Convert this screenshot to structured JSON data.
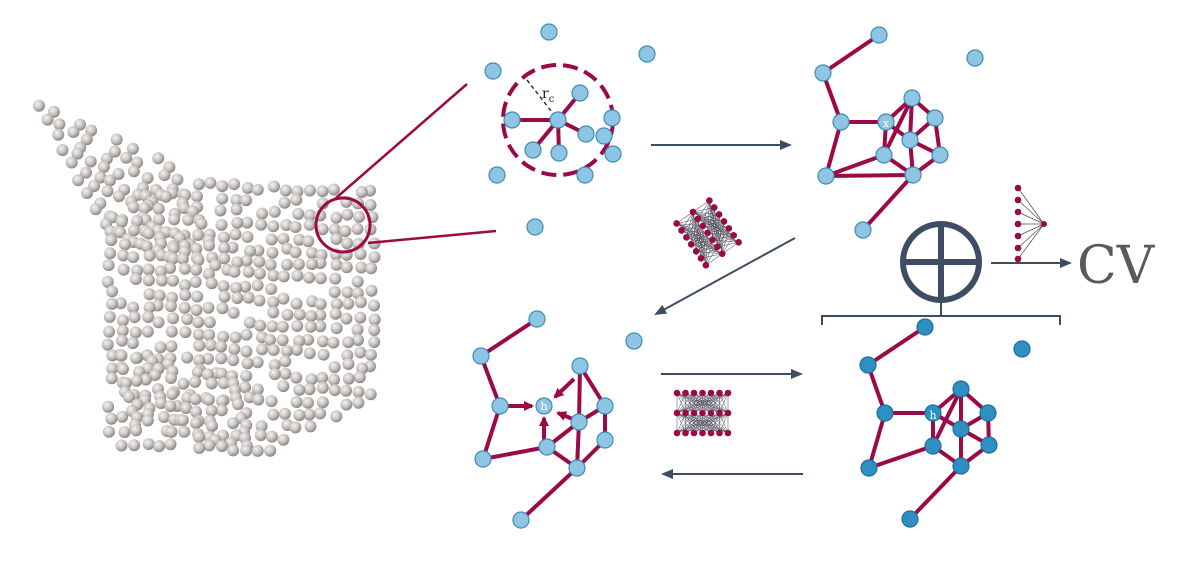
{
  "labels": {
    "cutoff_radius": "r",
    "cutoff_radius_sub": "c",
    "center_node_symbol": "x",
    "aggregate_node_symbol": "h",
    "hidden_node_symbol": "h",
    "output": "CV"
  },
  "colors": {
    "edge": "#9b0a45",
    "node_light_fill": "#8ec5e3",
    "node_light_stroke": "#3f8ab8",
    "node_dark_fill": "#2f8fc3",
    "arrow": "#3d4d63",
    "atom": "#c9c5c3",
    "atom_shade": "#8d8886"
  },
  "icons": {
    "sum": "circle-plus-icon",
    "mlp": "neural-network-icon",
    "readout": "readout-fan-icon"
  }
}
